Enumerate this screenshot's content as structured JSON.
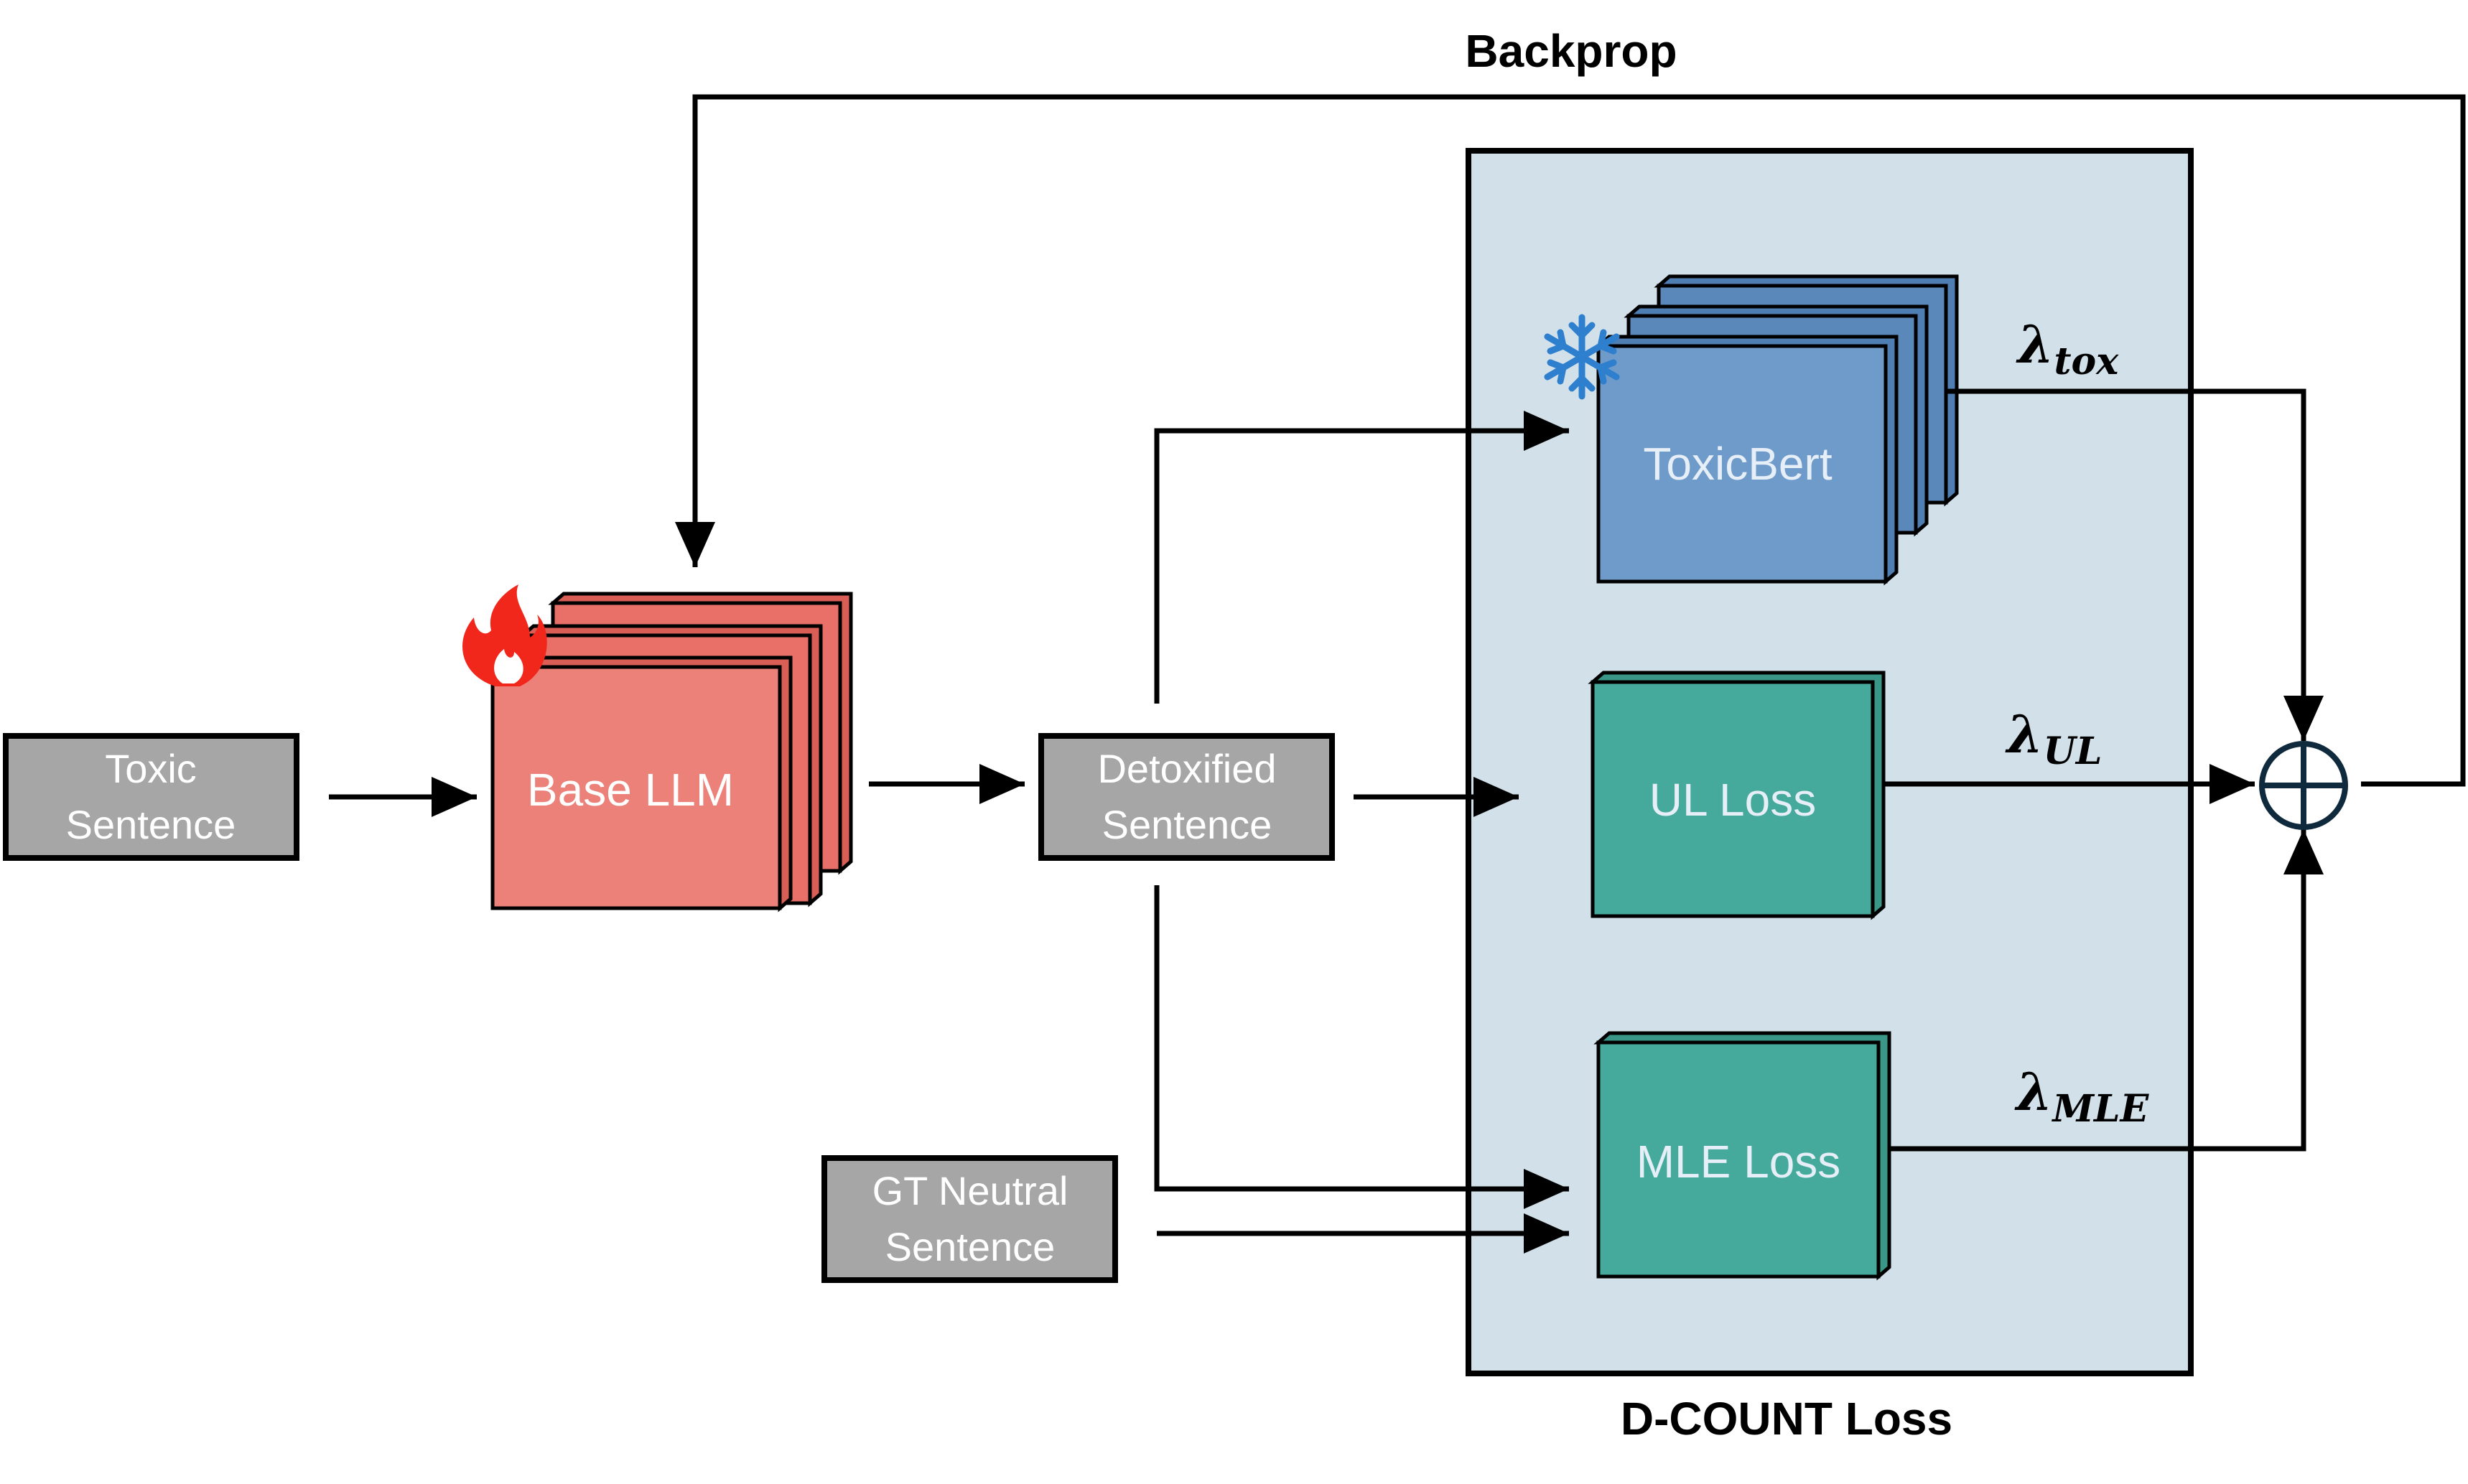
{
  "title": "Backprop",
  "loss_region_label": "D-COUNT Loss",
  "inputs": {
    "toxic": [
      "Toxic",
      "Sentence"
    ],
    "detoxified": [
      "Detoxified",
      "Sentence"
    ],
    "gt_neutral": [
      "GT Neutral",
      "Sentence"
    ]
  },
  "blocks": {
    "base_llm": "Base LLM",
    "toxicbert": "ToxicBert",
    "ul_loss": "UL Loss",
    "mle_loss": "MLE Loss"
  },
  "weights": {
    "tox": {
      "symbol": "λ",
      "sub": "tox"
    },
    "ul": {
      "symbol": "λ",
      "sub": "UL"
    },
    "mle": {
      "symbol": "λ",
      "sub": "MLE"
    }
  },
  "icons": {
    "trainable": "fire-icon",
    "frozen": "snowflake-icon",
    "sum": "circled-plus-icon"
  },
  "colors": {
    "llm_fill": "#ec8179",
    "llm_back": "#e97068",
    "bert_fill": "#6f9bca",
    "bert_back": "#5b88ba",
    "loss_fill": "#45aa9b",
    "loss_back": "#3a9788",
    "gray_box": "#a6a6a6",
    "region_fill": "#d1e0e9",
    "line": "#000000"
  }
}
